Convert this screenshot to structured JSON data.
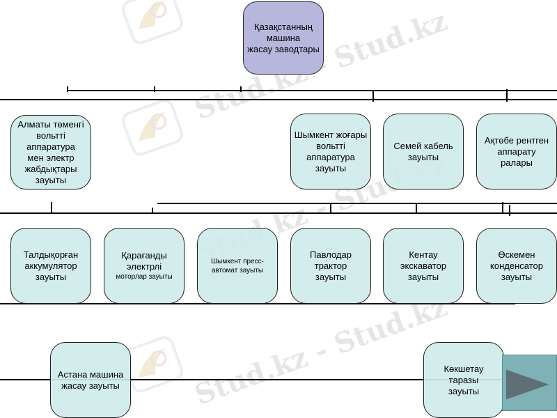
{
  "watermark": "Stud.kz - Stud.kz",
  "colors": {
    "root_fill": "#b7b7de",
    "node_fill": "#cfeaea",
    "line": "#000000",
    "nav_button": "#7fb2b6"
  },
  "root": {
    "lines": [
      "Қазақстанның",
      "машина",
      "жасау заводтары"
    ]
  },
  "row1": [
    {
      "lines": [
        "Алматы төменгі",
        "вольтті аппаратура",
        "мен электр",
        "жабдықтары",
        "зауыты"
      ]
    },
    {
      "lines": [
        "Шымкент жоғары",
        "вольтті",
        "аппаратура",
        "зауыты"
      ]
    },
    {
      "lines": [
        "Семей кабель",
        "зауыты"
      ]
    },
    {
      "lines": [
        "Ақтөбе рентген",
        "аппарату",
        "ралары"
      ]
    }
  ],
  "row2": [
    {
      "lines": [
        "Талдықорған",
        "аккумулятор",
        "зауыты"
      ]
    },
    {
      "lines": [
        "Қарағанды электрлі",
        "моторлар зауыты"
      ]
    },
    {
      "lines": [
        "Шымкент пресс-",
        "автомат зауыты"
      ]
    },
    {
      "lines": [
        "Павлодар трактор",
        "зауыты"
      ]
    },
    {
      "lines": [
        "Кентау экскаватор",
        "зауыты"
      ]
    },
    {
      "lines": [
        "Өскемен",
        "конденсатор",
        "зауыты"
      ]
    }
  ],
  "row3": [
    {
      "lines": [
        "Астана машина",
        "жасау зауыты"
      ]
    },
    {
      "lines": [
        "Көкшетау",
        "таразы",
        "зауыты"
      ]
    }
  ],
  "nav": {
    "icon": "play-triangle-icon"
  }
}
